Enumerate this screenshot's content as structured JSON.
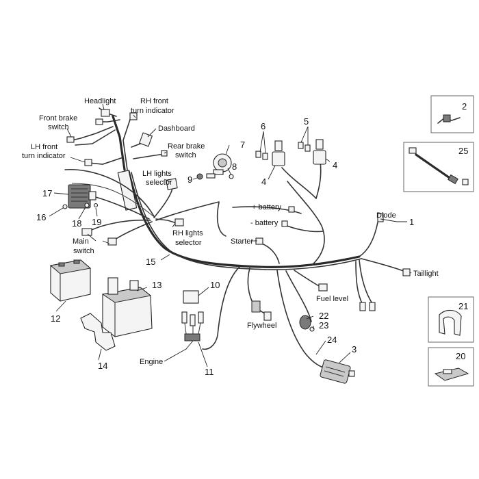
{
  "labels": {
    "headlight": "Headlight",
    "rh_front_turn_1": "RH front",
    "rh_front_turn_2": "turn indicator",
    "front_brake_1": "Front brake",
    "front_brake_2": "switch",
    "dashboard": "Dashboard",
    "rear_brake_1": "Rear brake",
    "rear_brake_2": "switch",
    "lh_front_turn_1": "LH front",
    "lh_front_turn_2": "turn indicator",
    "lh_lights_1": "LH lights",
    "lh_lights_2": "selector",
    "rh_lights_1": "RH lights",
    "rh_lights_2": "selector",
    "main_switch_1": "Main",
    "main_switch_2": "switch",
    "plus_battery": "+ battery",
    "minus_battery": "- battery",
    "starter": "Starter",
    "diode": "Diode",
    "taillight": "Taillight",
    "fuel_level": "Fuel level",
    "flywheel": "Flywheel",
    "engine": "Engine"
  },
  "part_numbers": {
    "n1": "1",
    "n2": "2",
    "n3": "3",
    "n4a": "4",
    "n4b": "4",
    "n5": "5",
    "n6": "6",
    "n7": "7",
    "n8": "8",
    "n9": "9",
    "n10": "10",
    "n11": "11",
    "n12": "12",
    "n13": "13",
    "n14": "14",
    "n15": "15",
    "n16": "16",
    "n17": "17",
    "n18": "18",
    "n19": "19",
    "n20": "20",
    "n21": "21",
    "n22": "22",
    "n23": "23",
    "n24": "24",
    "n25": "25"
  },
  "icons": {
    "battery": "battery-icon",
    "battery_tray": "battery-tray-icon",
    "horn": "horn-icon",
    "regulator": "voltage-regulator-icon",
    "relay": "relay-icon",
    "cdi": "cdi-unit-icon",
    "clip": "cable-clip-icon"
  }
}
